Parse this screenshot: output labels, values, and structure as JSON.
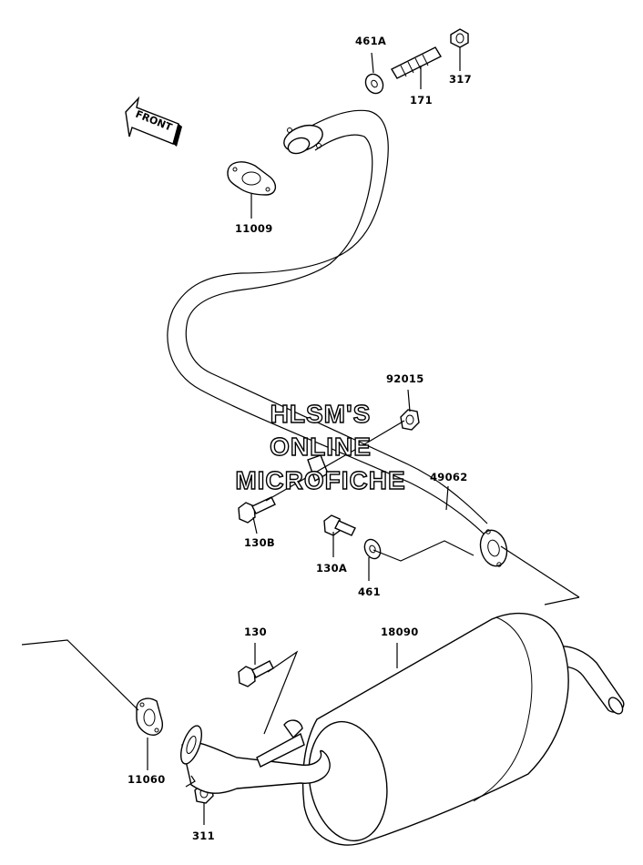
{
  "front_label": "FRONT",
  "watermark": {
    "line1": "HLSM'S",
    "line2": "ONLINE",
    "line3": "MICROFICHE"
  },
  "parts": {
    "p461A": "461A",
    "p171": "171",
    "p317": "317",
    "p11009": "11009",
    "p92015": "92015",
    "p49062": "49062",
    "p130B": "130B",
    "p130A": "130A",
    "p461": "461",
    "p130": "130",
    "p18090": "18090",
    "p11060": "11060",
    "p311": "311"
  }
}
